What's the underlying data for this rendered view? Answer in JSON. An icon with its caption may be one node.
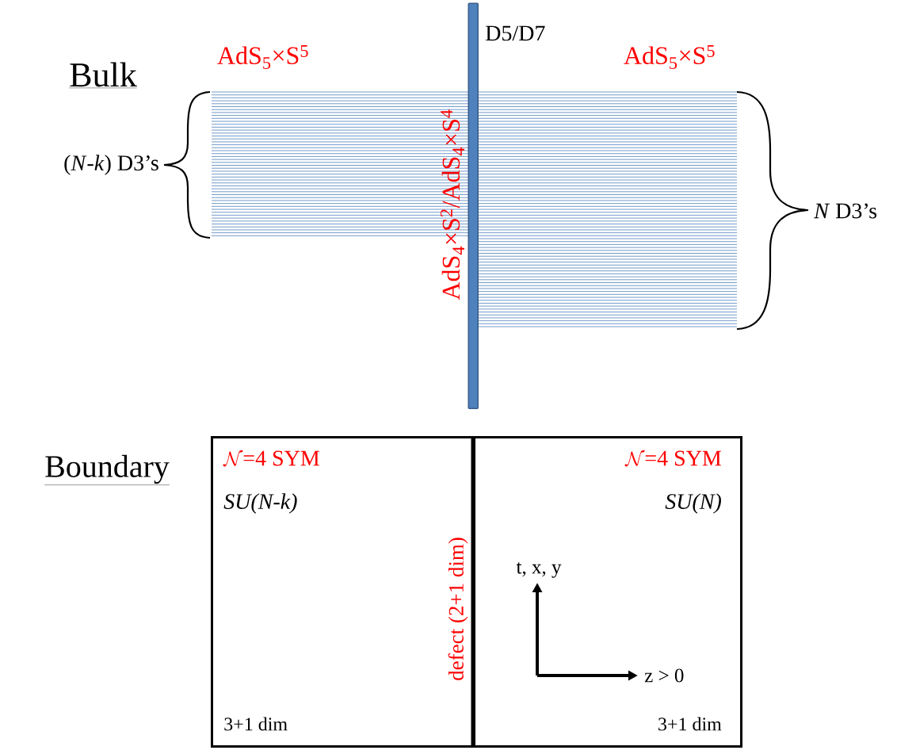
{
  "diagram": {
    "nodes": [
      {
        "text": [
          "\\mathcal{N}\\textrm{=4 SYM}",
          "SU(N-k)",
          "3+1 dim"
        ]
      },
      {
        "text": [
          "\\mathcal{N}\\textrm{=4 SYM}",
          "SU(N)",
          "3+1 dim"
        ]
      },
      {
        "text": [],
        "shape": "bar"
      }
    ],
    "labels": [
      "Bulk",
      "AdS$_{5}$×S$^{5}$",
      "D5/D7",
      "AdS$_{5}$×S$^{5}$",
      "(*N*-*k*) D3’s",
      "AdS$_{4}$×S$^{2}$/AdS$_{4}$×S$^{4}$",
      "*N* D3’s",
      "Boundary",
      "defect (2+1 dim)",
      "t, x, y",
      "z > 0"
    ]
  }
}
